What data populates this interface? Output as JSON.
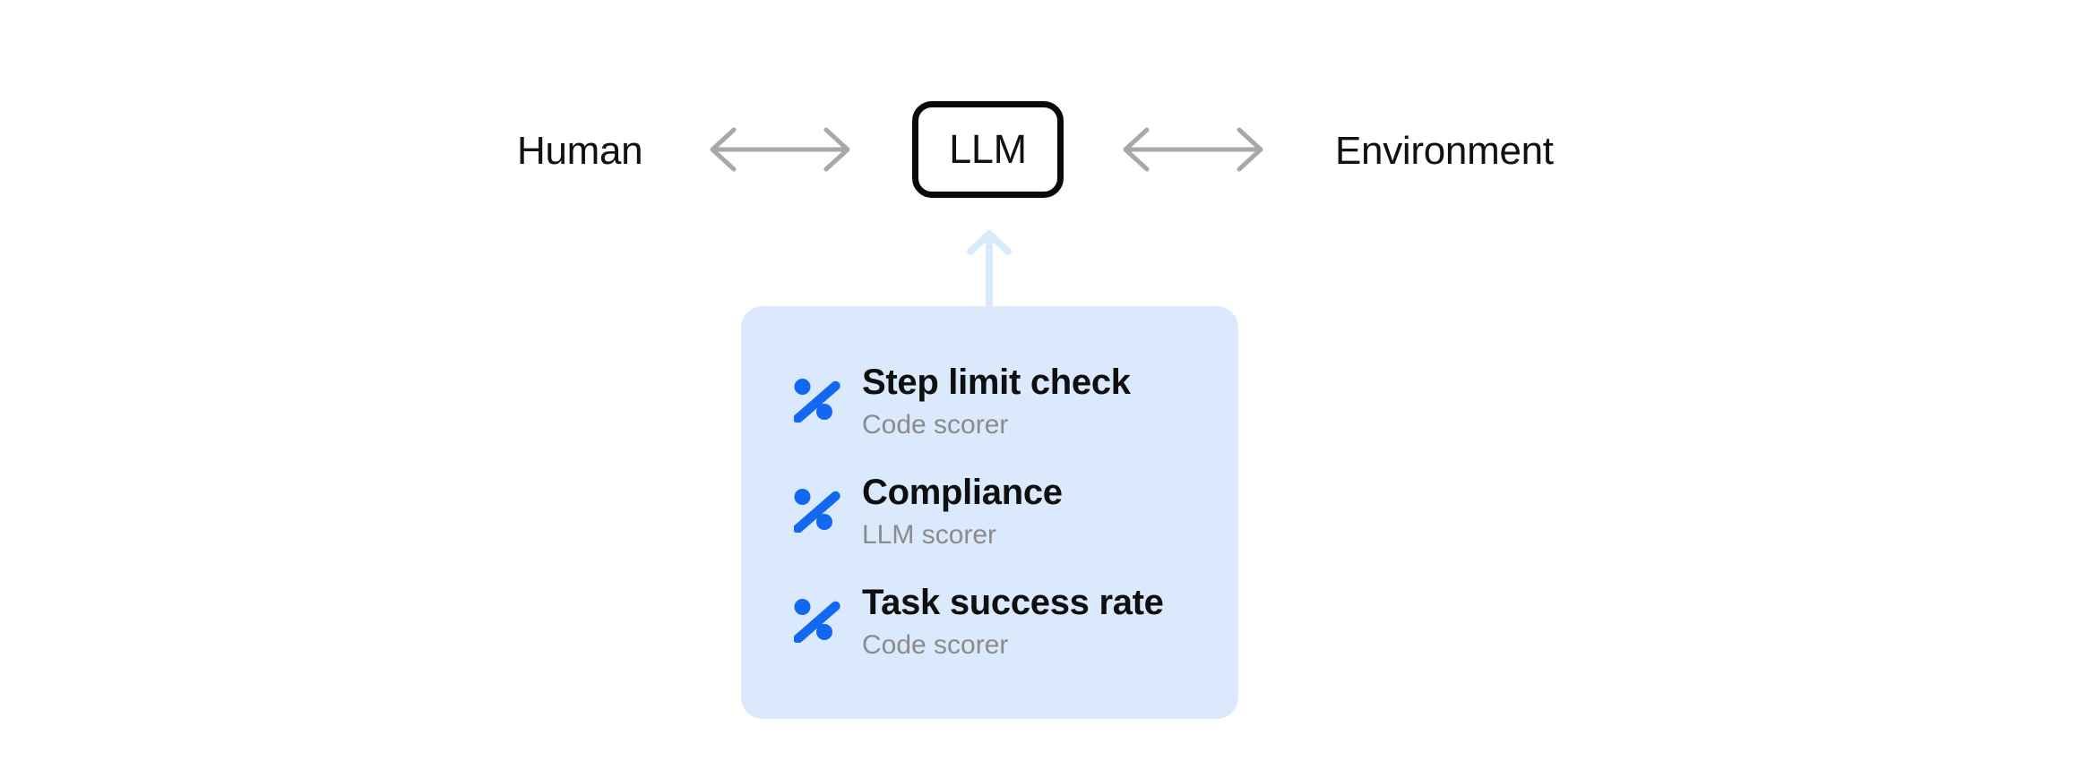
{
  "diagram": {
    "nodes": {
      "human": "Human",
      "llm": "LLM",
      "environment": "Environment"
    },
    "links": [
      {
        "from": "Human",
        "to": "LLM",
        "style": "bidirectional-arrow"
      },
      {
        "from": "LLM",
        "to": "Environment",
        "style": "bidirectional-arrow"
      },
      {
        "from": "scorer-panel",
        "to": "LLM",
        "style": "up-arrow"
      }
    ],
    "scorer_panel": {
      "items": [
        {
          "icon": "percent-icon",
          "title": "Step limit check",
          "subtitle": "Code scorer"
        },
        {
          "icon": "percent-icon",
          "title": "Compliance",
          "subtitle": "LLM scorer"
        },
        {
          "icon": "percent-icon",
          "title": "Task success rate",
          "subtitle": "Code scorer"
        }
      ]
    },
    "colors": {
      "icon_blue": "#1268f0",
      "panel_background": "#dbe9fc",
      "up_arrow_blue": "#dbe9fc",
      "link_arrow_gray": "#a8a8ac",
      "subtitle_gray": "#8b8b8b",
      "text_black": "#101010",
      "llm_border": "#0a0a0a",
      "background": "#ffffff"
    }
  }
}
